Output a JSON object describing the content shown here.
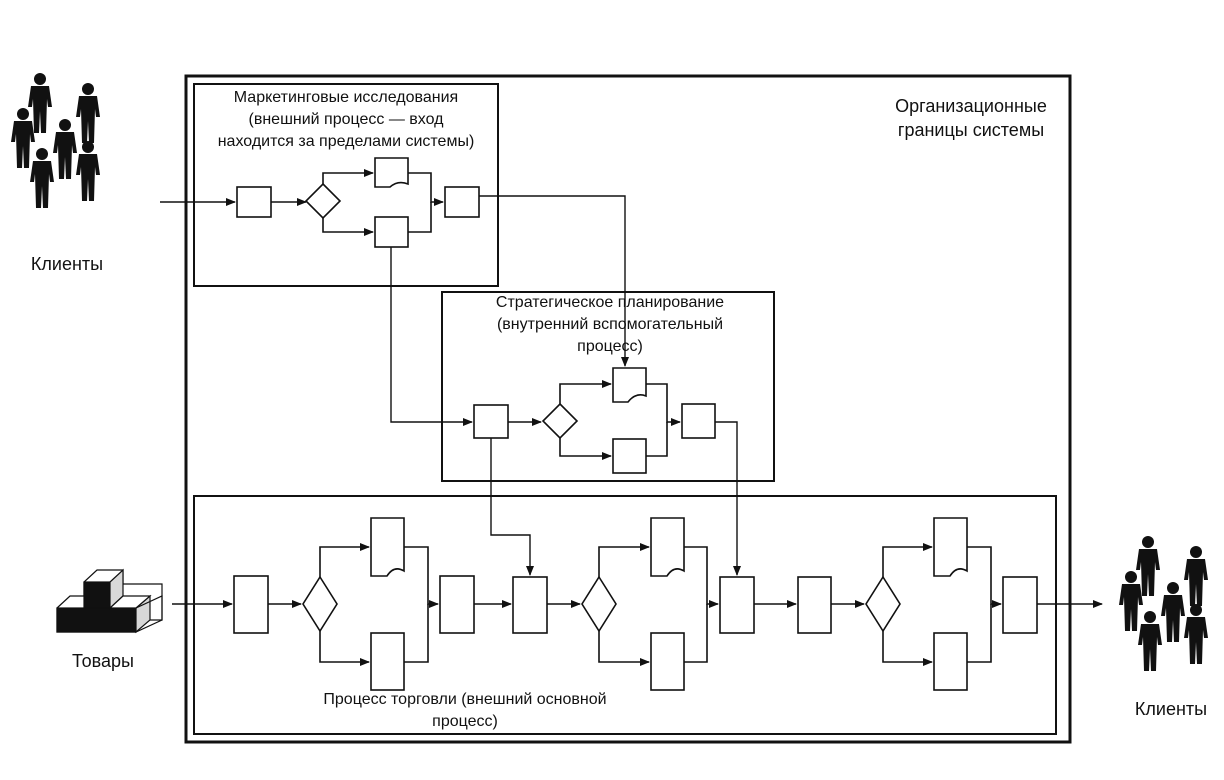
{
  "org_boundary": {
    "label_lines": [
      "Организационные",
      "границы системы"
    ]
  },
  "marketing": {
    "label_lines": [
      "Маркетинговые исследования",
      "(внешний процесс — вход",
      "находится за пределами системы)"
    ]
  },
  "strategic": {
    "label_lines": [
      "Стратегическое планирование",
      "(внутренний вспомогательный",
      "процесс)"
    ]
  },
  "trade": {
    "label_lines": [
      "Процесс торговли (внешний основной",
      "процесс)"
    ]
  },
  "actors": {
    "clients_in": "Клиенты",
    "goods": "Товары",
    "clients_out": "Клиенты"
  },
  "icons": {
    "people": "people-group-icon",
    "goods": "stacked-boxes-icon"
  }
}
